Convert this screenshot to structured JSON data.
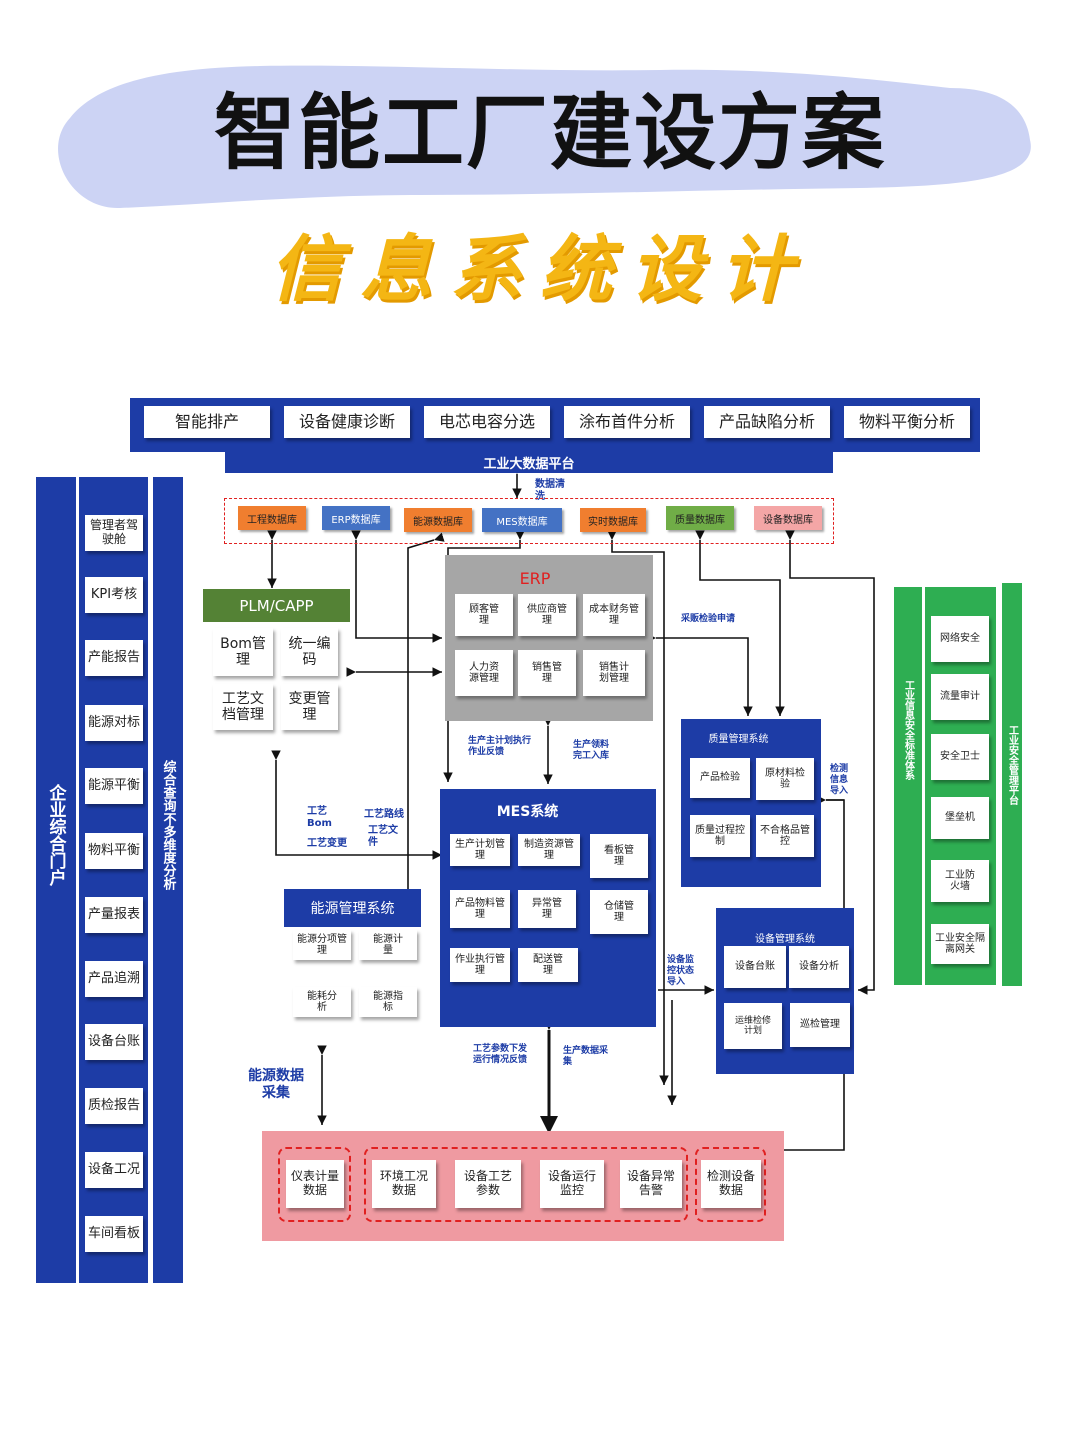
{
  "header": {
    "title": "智能工厂建设方案",
    "subtitle": "信息系统设计"
  },
  "top_apps": [
    "智能排产",
    "设备健康诊断",
    "电芯电容分选",
    "涂布首件分析",
    "产品缺陷分析",
    "物料平衡分析"
  ],
  "bigdata_platform": "工业大数据平台",
  "data_clean_label": "数据清洗",
  "databases": [
    {
      "name": "工程数据库",
      "color": "#f07e2f"
    },
    {
      "name": "ERP数据库",
      "color": "#4472c4"
    },
    {
      "name": "能源数据库",
      "color": "#f07e2f"
    },
    {
      "name": "MES数据库",
      "color": "#4472c4"
    },
    {
      "name": "实时数据库",
      "color": "#f07e2f"
    },
    {
      "name": "质量数据库",
      "color": "#70ad47"
    },
    {
      "name": "设备数据库",
      "color": "#f4a6a6"
    }
  ],
  "left_portal": {
    "title": "企业综合门户",
    "items": [
      "管理者驾驶舱",
      "KPI考核",
      "产能报告",
      "能源对标",
      "能源平衡",
      "物料平衡",
      "产量报表",
      "产品追溯",
      "设备台账",
      "质检报告",
      "设备工况",
      "车间看板"
    ],
    "analysis_label": "综合查询不多维度分析"
  },
  "plm": {
    "title": "PLM/CAPP",
    "items": [
      "Bom管理",
      "统一编码",
      "工艺文档管理",
      "变更管理"
    ]
  },
  "erp": {
    "title": "ERP",
    "items": [
      "顾客管理",
      "供应商管理",
      "成本财务管理",
      "人力资源管理",
      "销售管理",
      "销售计划管理"
    ]
  },
  "mes": {
    "title": "MES系统",
    "items": [
      "生产计划管理",
      "制造资源管理",
      "看板管理",
      "产品物料管理",
      "异常管理",
      "仓储管理",
      "作业执行管理",
      "配送管理"
    ]
  },
  "quality": {
    "title": "质量管理系统",
    "items": [
      "产品检验",
      "原材料检验",
      "质量过程控制",
      "不合格品管控"
    ]
  },
  "equipment": {
    "title": "设备管理系统",
    "items": [
      "设备台账",
      "设备分析",
      "运维检修计划",
      "巡检管理"
    ]
  },
  "energy": {
    "title": "能源管理系统",
    "items": [
      "能源分项管理",
      "能源计量",
      "能耗分析",
      "能源指标"
    ],
    "collect_label": "能源数据采集"
  },
  "field": {
    "groups": [
      [
        "仪表计量数据"
      ],
      [
        "环境工况数据",
        "设备工艺参数",
        "设备运行监控",
        "设备异常告警"
      ],
      [
        "检测设备数据"
      ]
    ]
  },
  "security": {
    "label_left": "工业信息安全标准体系",
    "label_right": "工业安全管理平台",
    "items": [
      "网络安全",
      "流量审计",
      "安全卫士",
      "堡垒机",
      "工业防火墙",
      "工业安全隔离网关"
    ]
  },
  "flow_labels": {
    "purchase": "采贩检验申请",
    "plan_feedback": "生产主计划执行作业反馈",
    "receipt": "生产领料 完工入库",
    "inspection": "检测信息导入",
    "craft_bom": "工艺Bom",
    "craft_route": "工艺路线",
    "craft_doc": "工艺文件",
    "craft_change": "工艺变更",
    "equip_monitor": "设备监控状态导入",
    "param_down": "工艺参数下发 运行情况反馈",
    "production_collect": "生产数据采集"
  },
  "colors": {
    "blue": "#1d3ca6",
    "green": "#2eae52",
    "gray": "#a6a6a6",
    "pink": "#ef9aa1",
    "red": "#e02020",
    "yellow": "#f4b614",
    "cloud": "#ccd3f4",
    "plm_green": "#548235"
  }
}
